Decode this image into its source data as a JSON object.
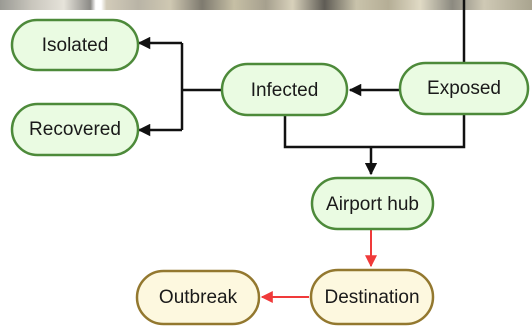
{
  "diagram": {
    "type": "flowchart",
    "nodes": {
      "isolated": {
        "label": "Isolated"
      },
      "recovered": {
        "label": "Recovered"
      },
      "infected": {
        "label": "Infected"
      },
      "exposed": {
        "label": "Exposed"
      },
      "airport_hub": {
        "label": "Airport hub"
      },
      "destination": {
        "label": "Destination"
      },
      "outbreak": {
        "label": "Outbreak"
      }
    },
    "edges": [
      {
        "from": "exposed",
        "to": "infected",
        "color": "#111111"
      },
      {
        "from": "infected",
        "to": "isolated",
        "color": "#111111"
      },
      {
        "from": "infected",
        "to": "recovered",
        "color": "#111111"
      },
      {
        "from": "infected",
        "to": "airport_hub",
        "color": "#111111"
      },
      {
        "from": "exposed",
        "to": "airport_hub",
        "color": "#111111"
      },
      {
        "from": "airport_hub",
        "to": "destination",
        "color": "#f03a3a"
      },
      {
        "from": "destination",
        "to": "outbreak",
        "color": "#f03a3a"
      }
    ],
    "colors": {
      "node_fill_green": "#eafbe2",
      "node_stroke_green": "#4d8a3a",
      "node_fill_yellow": "#fdf8df",
      "node_stroke_yellow": "#93782f",
      "edge_default": "#111111",
      "edge_highlight": "#f03a3a"
    }
  }
}
